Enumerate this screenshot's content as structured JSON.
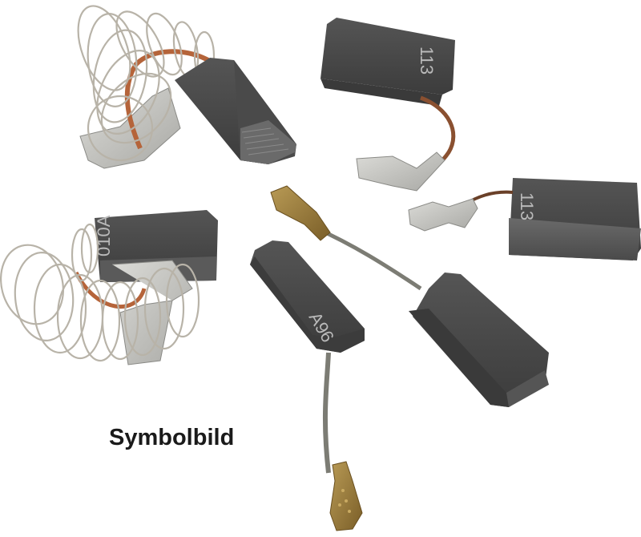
{
  "image": {
    "description": "Product photo of six carbon motor brushes with springs, braided leads and connector terminals on white background",
    "background": "#ffffff",
    "caption": "Symbolbild",
    "colors": {
      "carbon": "#4a4a4a",
      "carbon_dark": "#3a3a3a",
      "carbon_light": "#6e6e6e",
      "spring_steel": "#b8b3a8",
      "copper_lead": "#b5643a",
      "steel_lead": "#7c7c74",
      "tin_terminal": "#c6c6c2",
      "brass_terminal": "#9a7a3a"
    }
  },
  "items": [
    {
      "id": "brush-spring-top-left",
      "marking": "",
      "type": "carbon brush with coil spring and copper lead"
    },
    {
      "id": "brush-113-top",
      "marking": "113",
      "type": "carbon brush with copper lead and flag terminal"
    },
    {
      "id": "brush-113-right",
      "marking": "113",
      "type": "carbon brush with copper lead and flag terminal"
    },
    {
      "id": "brush-010a-left",
      "marking": "010A",
      "type": "carbon brush with coil spring and copper lead"
    },
    {
      "id": "brush-a96",
      "marking": "A96",
      "type": "carbon brush with steel braid lead and brass terminal"
    },
    {
      "id": "brush-plain-right",
      "marking": "",
      "type": "carbon brush with steel braid lead and brass terminal"
    }
  ]
}
